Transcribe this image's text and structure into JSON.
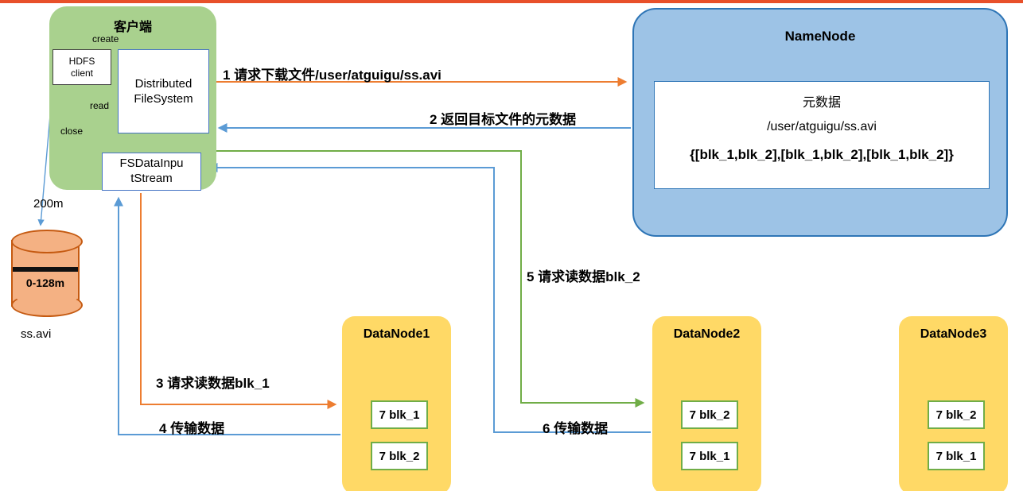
{
  "colors": {
    "accent-top": "#e8502a",
    "client-fill": "#a9d18e",
    "namenode-fill": "#9dc3e6",
    "namenode-border": "#2e75b6",
    "datanode-fill": "#ffd966",
    "arrow-orange": "#ed7d31",
    "arrow-blue": "#5b9bd5",
    "arrow-green": "#70ad47",
    "cylinder-fill": "#f4b183",
    "cylinder-border": "#c55a11",
    "block-border": "#70ad47"
  },
  "client": {
    "title": "客户端",
    "hdfs_client_label": "HDFS\nclient",
    "distributed_fs_label": "Distributed\nFileSystem",
    "input_stream_label": "FSDataInpu\ntStream",
    "create_label": "create",
    "read_label": "read",
    "close_label": "close"
  },
  "namenode": {
    "title": "NameNode",
    "metadata_title": "元数据",
    "metadata_path": "/user/atguigu/ss.avi",
    "metadata_blocks": "{[blk_1,blk_2],[blk_1,blk_2],[blk_1,blk_2]}"
  },
  "file": {
    "total_size": "200m",
    "block_range": "0-128m",
    "file_name": "ss.avi"
  },
  "steps": {
    "step1": "1 请求下载文件/user/atguigu/ss.avi",
    "step2": "2 返回目标文件的元数据",
    "step3": "3 请求读数据blk_1",
    "step4": "4 传输数据",
    "step5": "5 请求读数据blk_2",
    "step6": "6 传输数据"
  },
  "datanodes": [
    {
      "title": "DataNode1",
      "blocks": [
        "7 blk_1",
        "7 blk_2"
      ]
    },
    {
      "title": "DataNode2",
      "blocks": [
        "7 blk_2",
        "7 blk_1"
      ]
    },
    {
      "title": "DataNode3",
      "blocks": [
        "7 blk_2",
        "7 blk_1"
      ]
    }
  ]
}
